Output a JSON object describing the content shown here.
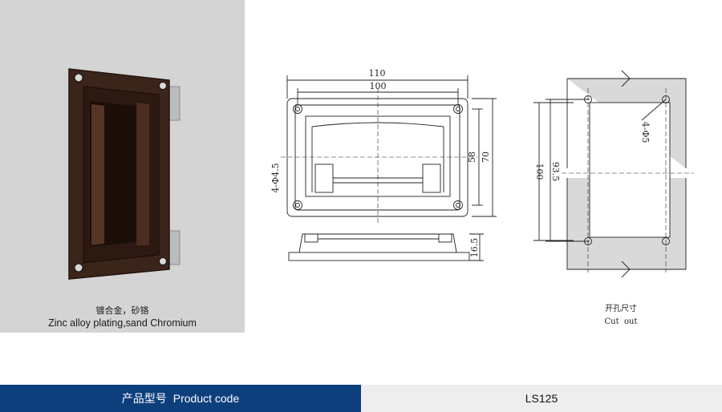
{
  "photo": {
    "finish_cn": "镀合金，砂铬",
    "finish_en": "Zinc alloy plating,sand Chromium"
  },
  "drawing": {
    "dim_overall_width": "110",
    "dim_hole_spacing_width": "100",
    "dim_hole_spacing_height": "58",
    "dim_overall_height": "70",
    "dim_mount_holes": "4-Φ4.5",
    "dim_depth": "16.5",
    "cutout_dim_height": "100",
    "cutout_dim_hole_spacing": "93.5",
    "cutout_holes": "4-Φ5",
    "cutout_label_cn": "开孔尺寸",
    "cutout_label_en": "Cut  out"
  },
  "footer": {
    "label_cn": "产品型号",
    "label_en": "Product code",
    "product_code": "LS125"
  },
  "colors": {
    "footer_blue": "#0d3f7d",
    "photo_bg": "#d4d4d4",
    "handle_bronze": "#3b241a"
  }
}
